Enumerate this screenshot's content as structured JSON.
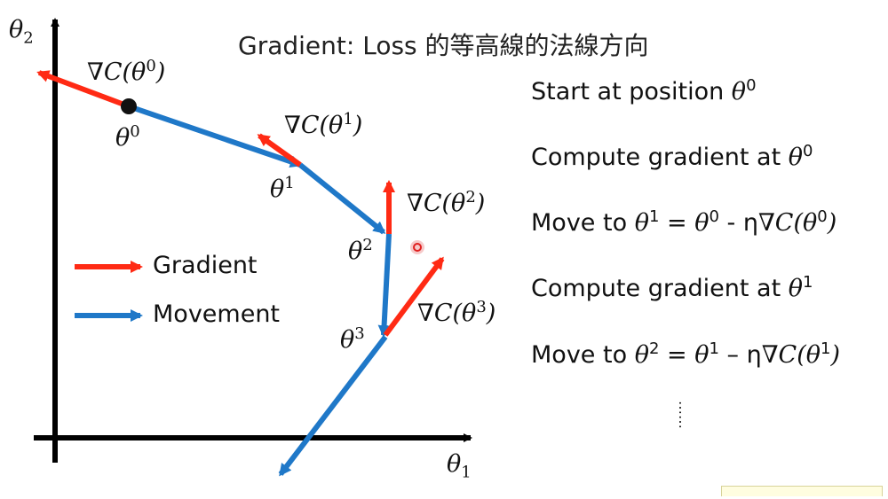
{
  "title": "Gradient: Loss 的等高線的法線方向",
  "axes": {
    "y_label": "θ2",
    "x_label": "θ1"
  },
  "points": {
    "p0": "θ0",
    "p1": "θ1",
    "p2": "θ2",
    "p3": "θ3"
  },
  "gradients": {
    "g0": "∇C(θ0)",
    "g1": "∇C(θ1)",
    "g2": "∇C(θ2)",
    "g3": "∇C(θ3)"
  },
  "legend": {
    "gradient_label": "Gradient",
    "movement_label": "Movement"
  },
  "steps": [
    "Start at position θ0",
    "Compute gradient at θ0",
    "Move to θ1 = θ0 - η∇C(θ0)",
    "Compute gradient at θ1",
    "Move to θ2 = θ1 – η∇C(θ1)"
  ],
  "ellipsis": "……",
  "colors": {
    "gradient": "#ff2a14",
    "movement": "#1f78c8",
    "axis": "#000000",
    "cursor": "#e02020"
  }
}
